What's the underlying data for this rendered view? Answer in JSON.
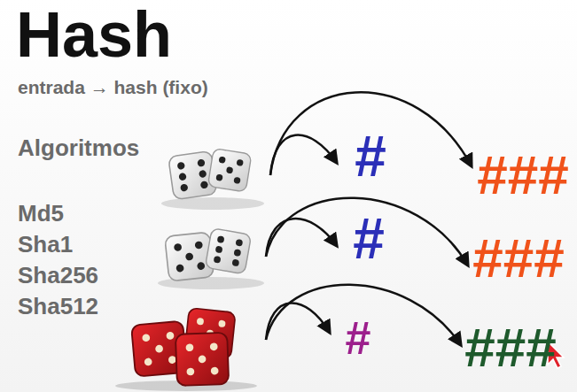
{
  "diagram": {
    "title": "Hash",
    "labels": [
      "entrada → hash (fixo)",
      "Algoritmos",
      "Md5",
      "Sha1",
      "Sha256",
      "Sha512",
      "#",
      "###",
      "#",
      "###",
      "#",
      "###"
    ]
  }
}
